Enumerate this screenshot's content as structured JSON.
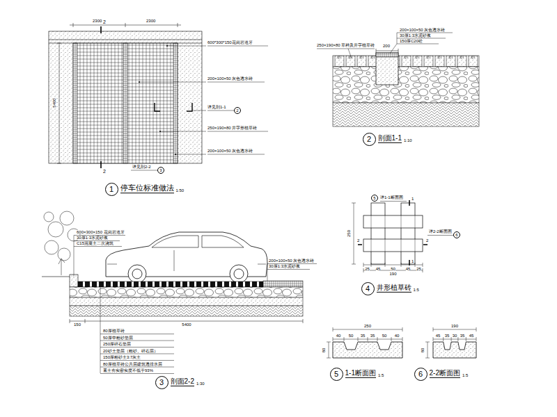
{
  "diagram": {
    "nodes": [
      {
        "text": [
          "1",
          "停车位标准做法"
        ]
      },
      {
        "text": [
          "2",
          "剖面1-1"
        ]
      },
      {
        "text": [
          "3",
          "剖面2-2"
        ]
      },
      {
        "text": [
          "4",
          "井形植草砖"
        ]
      },
      {
        "text": [
          "5",
          "1-1断面图"
        ]
      },
      {
        "text": [
          "6",
          "2-2断面图"
        ]
      },
      {
        "text": [
          "2"
        ]
      },
      {
        "text": [
          "3"
        ]
      },
      {
        "text": [
          "5"
        ]
      },
      {
        "text": [
          "6"
        ]
      }
    ],
    "labels": [
      "2",
      "2300",
      "2300",
      "5400",
      "2",
      "600*300*150花岗岩道牙",
      "200×100×50 灰色透水砖",
      "详见剖1-1",
      "250×190×80 井字形植草砖",
      "200×100×50 灰色透水砖",
      "详见剖2-2",
      "1:50",
      "200×100×50 灰色透水砖",
      "30厚1:3水泥砂浆",
      "150厚C20砼",
      "250×190×80 草种及井字植草砖",
      "200",
      "1:10",
      "600×300×150 花岗岩道牙",
      "30厚1:3水泥砂浆",
      "C15混凝土二次浇筑",
      "200×100×50 灰色透水砖",
      "30厚1:3水泥砂浆",
      "150",
      "5400",
      "80厚植草砖",
      "50厚中粗砂垫层",
      "250厚碎石垫层",
      "20砂土垫层（粗砂、碎石层）",
      "150厚粗砂土3:7灰土",
      "80厚植草砖公共层建筑透排水层",
      "素土夯实密实度不低于93%",
      "1:30",
      "详1-1断面图",
      "1",
      "1",
      "2",
      "2",
      "详2-2断面图",
      "250",
      "190",
      "25",
      "45",
      "50",
      "45",
      "25",
      "1:5",
      "250",
      "40",
      "50",
      "35",
      "35",
      "50",
      "40",
      "80",
      "1:5",
      "190",
      "45",
      "35",
      "30",
      "35",
      "45",
      "80",
      "1:5"
    ]
  }
}
